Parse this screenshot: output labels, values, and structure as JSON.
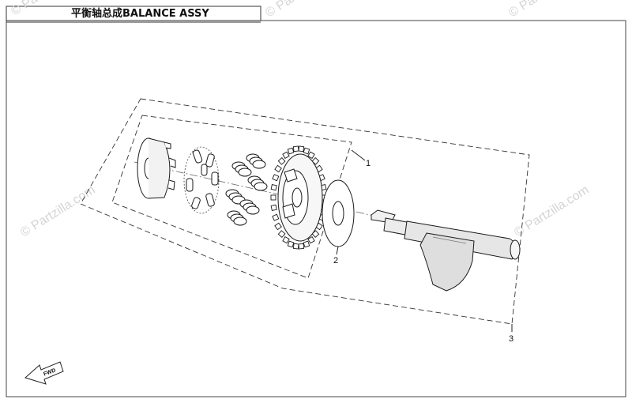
{
  "diagram": {
    "title": "平衡轴总成BALANCE ASSY",
    "callouts": [
      "1",
      "2",
      "3"
    ],
    "watermark": "© Partzilla.com",
    "nav_arrow_label": "FWD"
  }
}
